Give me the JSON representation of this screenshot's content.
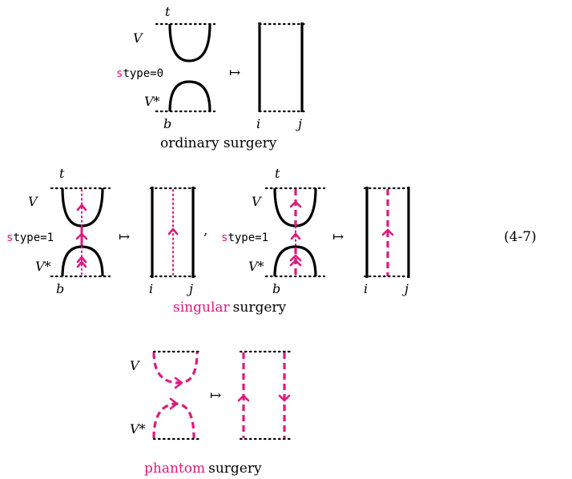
{
  "labels": {
    "t": "t",
    "b": "b",
    "i": "i",
    "j": "j",
    "V": "V",
    "Vstar": "V*",
    "maps_to": "↦",
    "comma": ",",
    "s_letter": "s",
    "stype0_rest": "type=0",
    "stype1_rest": "type=1",
    "equation_number": "(4-7)"
  },
  "captions": {
    "ordinary": "ordinary surgery",
    "singular_colored": "singular",
    "phantom_colored": "phantom",
    "surgery_word": "surgery"
  },
  "colors": {
    "accent": "#e0197d",
    "ink": "#000000"
  }
}
